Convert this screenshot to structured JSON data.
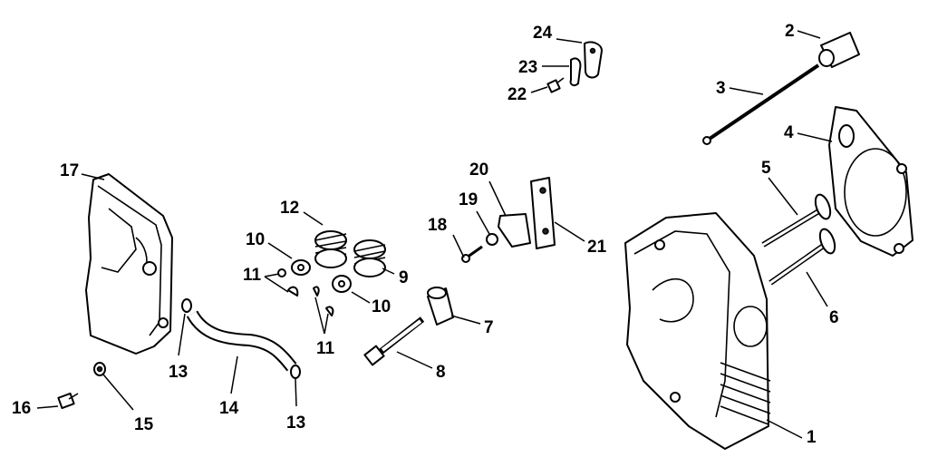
{
  "diagram": {
    "labels": {
      "p1": "1",
      "p2": "2",
      "p3": "3",
      "p4": "4",
      "p5": "5",
      "p6": "6",
      "p7": "7",
      "p8": "8",
      "p9": "9",
      "p10a": "10",
      "p10b": "10",
      "p11a": "11",
      "p11b": "11",
      "p12": "12",
      "p13a": "13",
      "p13b": "13",
      "p14": "14",
      "p15": "15",
      "p16": "16",
      "p17": "17",
      "p18": "18",
      "p19": "19",
      "p20": "20",
      "p21": "21",
      "p22": "22",
      "p23": "23",
      "p24": "24"
    }
  }
}
